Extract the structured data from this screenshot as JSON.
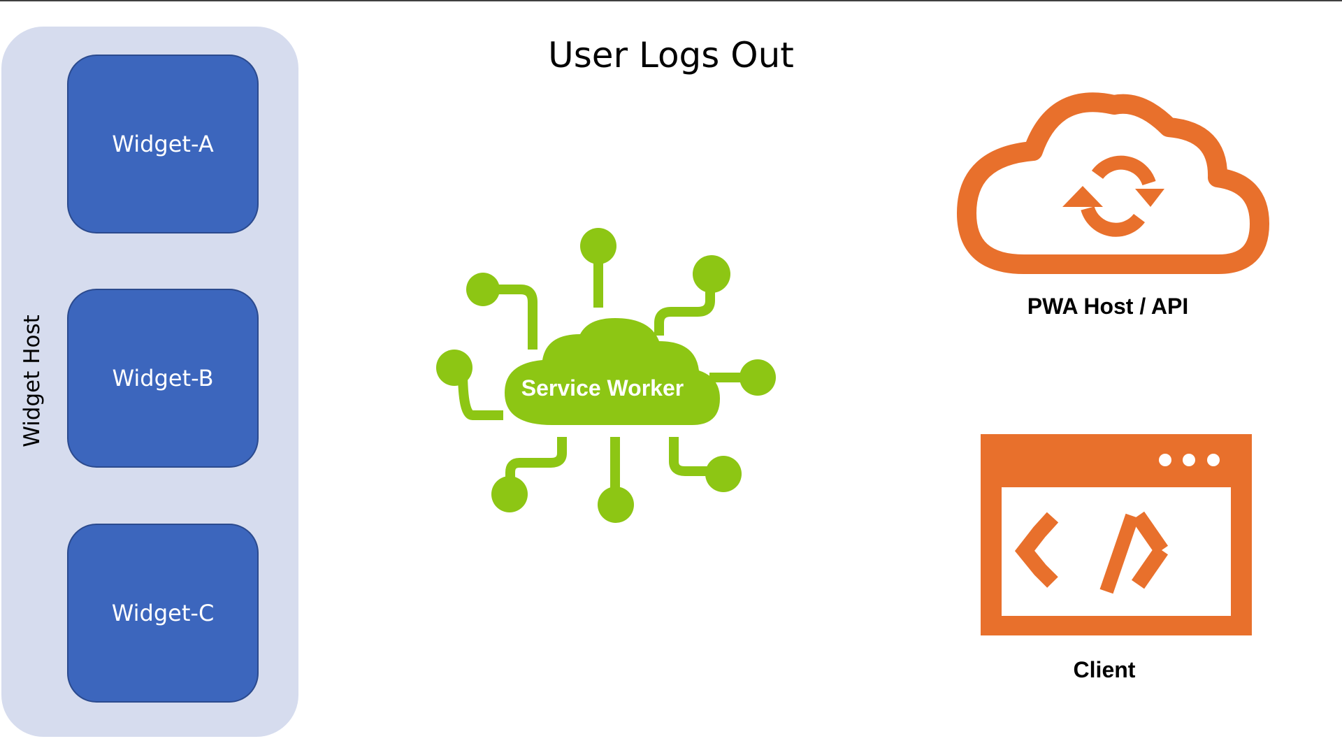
{
  "title": "User Logs Out",
  "widget_host": {
    "label": "Widget Host",
    "widgets": [
      {
        "label": "Widget-A"
      },
      {
        "label": "Widget-B"
      },
      {
        "label": "Widget-C"
      }
    ]
  },
  "service_worker": {
    "label": "Service Worker",
    "icon": "service-worker-cloud-circuit-icon"
  },
  "pwa_host": {
    "label": "PWA Host / API",
    "icon": "cloud-sync-icon"
  },
  "client": {
    "label": "Client",
    "icon": "browser-code-icon"
  },
  "colors": {
    "panel": "#d6dcee",
    "widget": "#3c66bd",
    "service_worker": "#8dc614",
    "orange": "#e8702c"
  }
}
